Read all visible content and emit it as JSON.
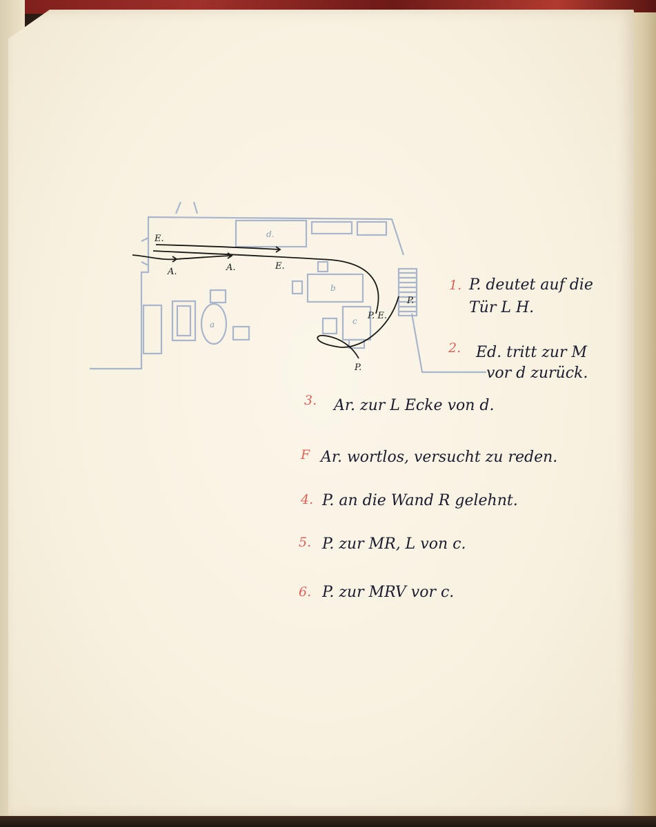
{
  "diagram": {
    "furniture_labels": {
      "a": "a",
      "b": "b",
      "c": "c",
      "d": "d."
    },
    "route_labels": {
      "ed_start": "E.",
      "ar_1": "A.",
      "ar_2": "A.",
      "ed_2": "E.",
      "p_wall": "P.",
      "pe": "P. E.",
      "p_end": "P."
    }
  },
  "notes": [
    {
      "num": "1.",
      "lines": [
        "P. deutet auf die",
        "Tür L H."
      ]
    },
    {
      "num": "2.",
      "lines": [
        "Ed. tritt zur M",
        "vor d zurück."
      ]
    },
    {
      "num": "3.",
      "lines": [
        "Ar. zur L Ecke von d."
      ]
    },
    {
      "num": "F",
      "lines": [
        "Ar. wortlos, versucht zu reden."
      ]
    },
    {
      "num": "4.",
      "lines": [
        "P. an die Wand R gelehnt."
      ]
    },
    {
      "num": "5.",
      "lines": [
        "P. zur MR, L von c."
      ]
    },
    {
      "num": "6.",
      "lines": [
        "P. zur MRV vor c."
      ]
    }
  ],
  "colors": {
    "ink": "#1c1a2e",
    "red_ink": "#e1605a",
    "pencil_blue": "#a9b5cc"
  }
}
